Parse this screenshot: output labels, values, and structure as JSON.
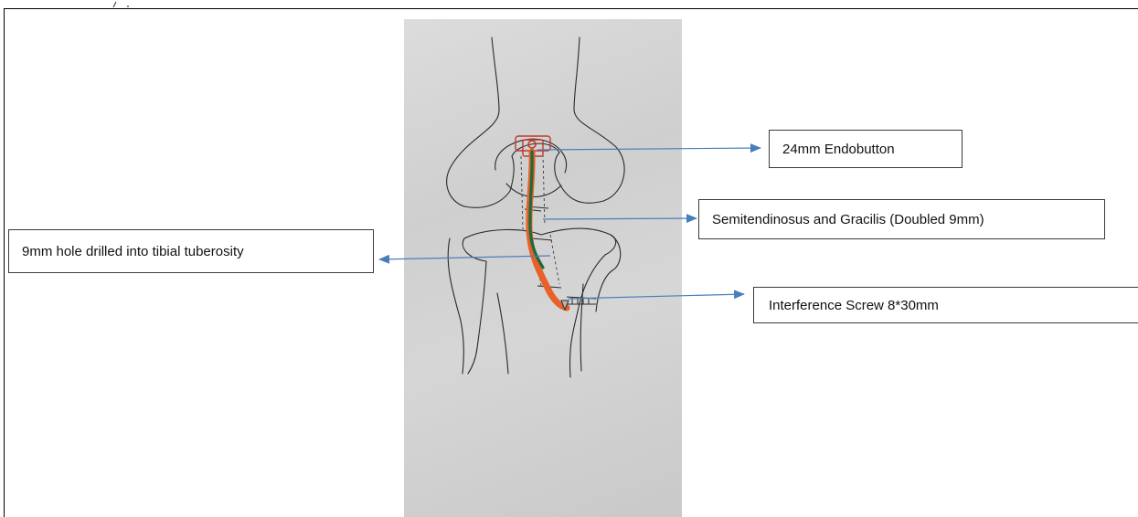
{
  "labels": {
    "endobutton": "24mm Endobutton",
    "graft": "Semitendinosus and Gracilis (Doubled 9mm)",
    "tunnel": "9mm hole drilled into tibial tuberosity",
    "screw": "Interference Screw 8*30mm"
  },
  "colors": {
    "arrow": "#4a7ebb",
    "graft_outer": "#e8602a",
    "graft_inner": "#1e6b3a",
    "endobutton": "#c0392b",
    "sketch_line": "#2a2a2a",
    "paper": "#d3d3d3"
  }
}
